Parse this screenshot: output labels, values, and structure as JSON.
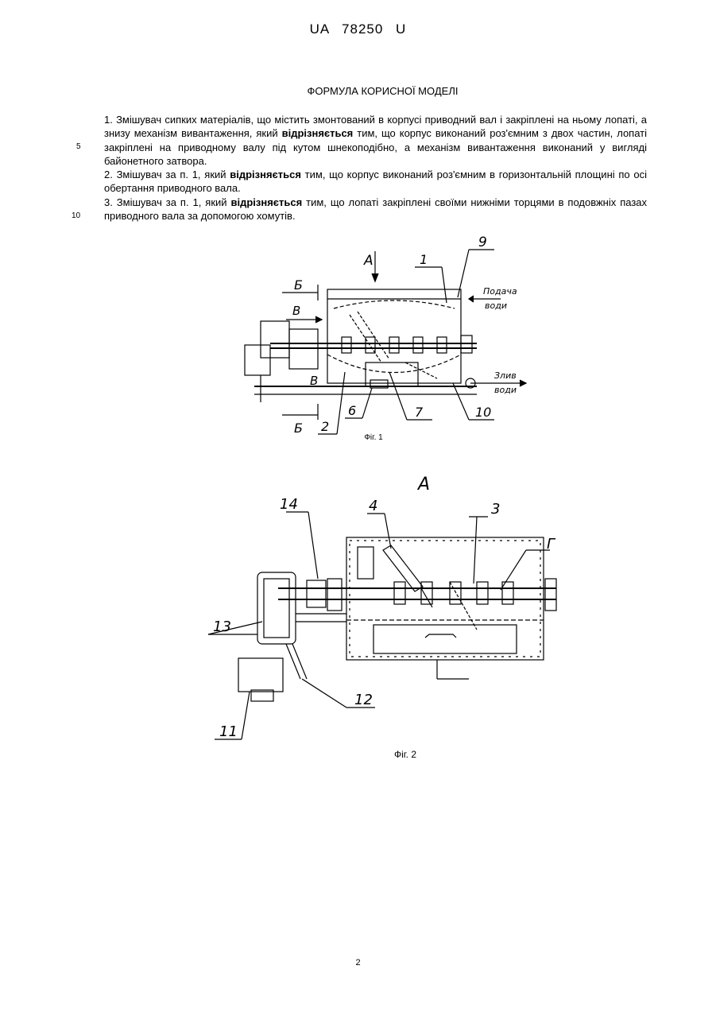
{
  "header": {
    "doc_id": "UA   78250   U"
  },
  "title": "ФОРМУЛА КОРИСНОЇ МОДЕЛІ",
  "claims": [
    {
      "before": "1. Змішувач сипких матеріалів, що містить змонтований в корпусі приводний вал і закріплені на ньому лопаті, а знизу механізм вивантаження, який ",
      "bold": "відрізняється",
      "after": " тим, що корпус виконаний роз'ємним з двох частин, лопаті закріплені на приводному валу під кутом шнекоподібно, а механізм вивантаження виконаний у вигляді байонетного затвора."
    },
    {
      "before": "2. Змішувач за п. 1, який ",
      "bold": "відрізняється",
      "after": " тим, що корпус виконаний роз'ємним в горизонтальній площині по осі обертання приводного вала."
    },
    {
      "before": "3. Змішувач за п. 1, який ",
      "bold": "відрізняється",
      "after": " тим, що лопаті закріплені своїми нижніми торцями в подовжніх пазах приводного вала за допомогою хомутів."
    }
  ],
  "line_numbers": [
    "5",
    "10"
  ],
  "figure1": {
    "caption": "Фіг. 1",
    "labels": {
      "A": "A",
      "B_cut": "Б",
      "V": "В",
      "n1": "1",
      "n2": "2",
      "n6": "6",
      "n7": "7",
      "n9": "9",
      "n10": "10",
      "water_in_1": "Подача",
      "water_in_2": "води",
      "water_out_1": "Злив",
      "water_out_2": "води"
    }
  },
  "figure2": {
    "caption": "Фіг. 2",
    "labels": {
      "view": "А",
      "n3": "3",
      "n4": "4",
      "g": "Г",
      "n11": "11",
      "n12": "12",
      "n13": "13",
      "n14": "14"
    }
  },
  "page_number": "2"
}
